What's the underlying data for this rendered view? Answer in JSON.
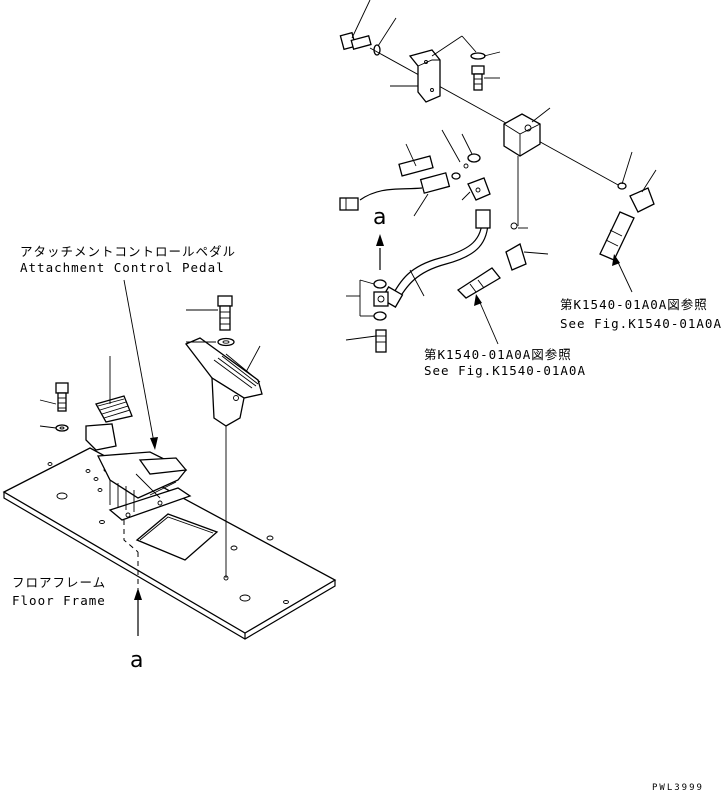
{
  "labels": {
    "attachment_pedal_jp": "アタッチメントコントロールペダル",
    "attachment_pedal_en": "Attachment Control Pedal",
    "floor_frame_jp": "フロアフレーム",
    "floor_frame_en": "Floor Frame",
    "ref_a_bottom": "a",
    "ref_a_top": "a",
    "see_fig_1_jp": "第K1540-01A0A図参照",
    "see_fig_1_en": "See Fig.K1540-01A0A",
    "see_fig_2_jp": "第K1540-01A0A図参照",
    "see_fig_2_en": "See Fig.K1540-01A0A",
    "drawing_code": "PWL3999"
  }
}
